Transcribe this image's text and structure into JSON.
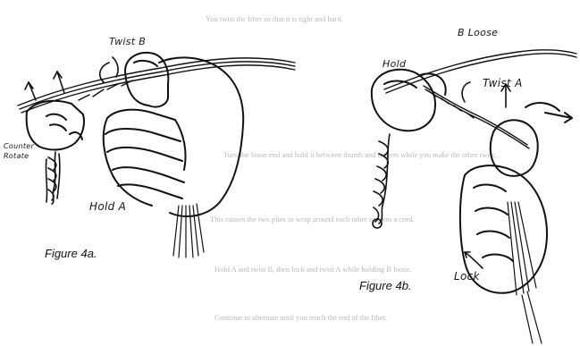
{
  "figure_a": {
    "caption": "Figure 4a.",
    "labels": {
      "twist": "Twist B",
      "counter_rotate": "Counter\nRotate",
      "hold": "Hold A"
    }
  },
  "figure_b": {
    "caption": "Figure 4b.",
    "labels": {
      "loose": "B Loose",
      "hold": "Hold",
      "twist": "Twist A",
      "lock": "Lock"
    }
  },
  "bleed_through_text": [
    "You twist the fiber so that it is tight and hard.",
    "Turn the loose end and hold it between thumb and fingers while you make the other twist.",
    "This causes the two plies to wrap around each other to form a cord.",
    "Hold A and twist B, then lock and twist A while holding B loose.",
    "Continue to alternate until you reach the end of the fiber."
  ]
}
